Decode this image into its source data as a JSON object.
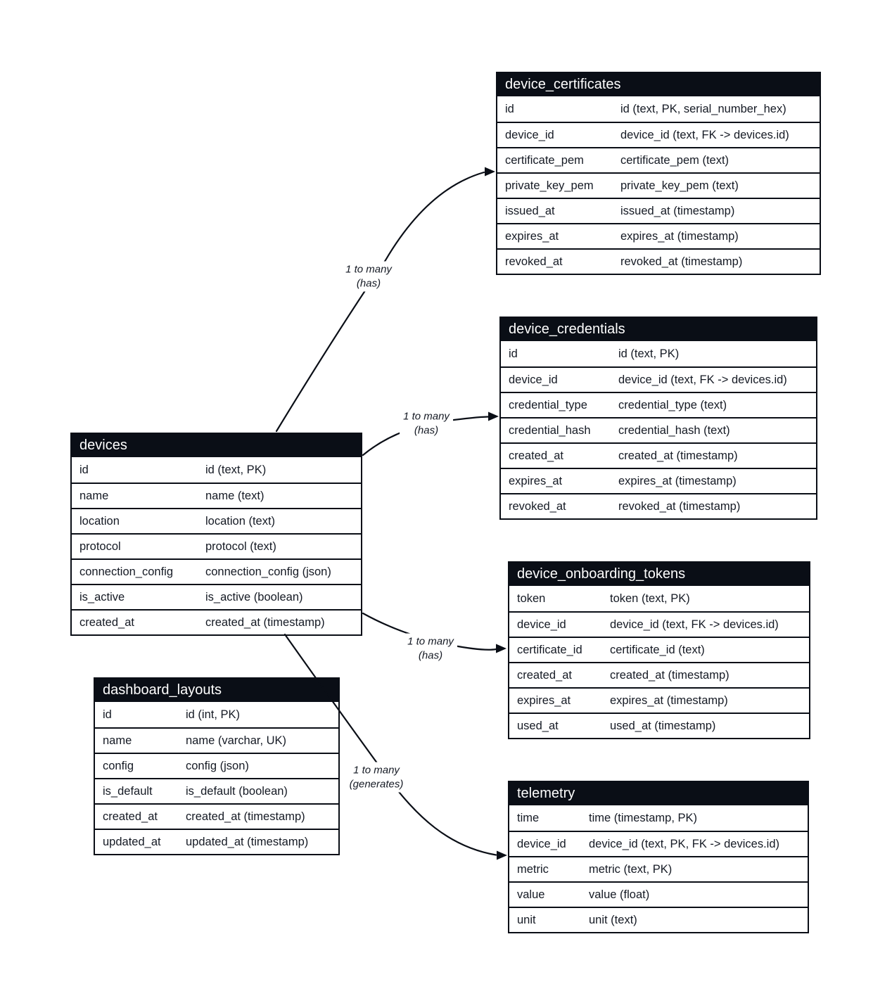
{
  "diagram": {
    "colors": {
      "table_header_bg": "#0a0e16",
      "table_header_text": "#ffffff",
      "row_text": "#151a24",
      "border": "#0a0e16",
      "canvas_bg": "#ffffff",
      "line": "#0a0e16"
    },
    "tables": [
      {
        "title": "device_certificates",
        "rows": [
          [
            "id",
            "id (text, PK, serial_number_hex)"
          ],
          [
            "device_id",
            "device_id (text, FK -> devices.id)"
          ],
          [
            "certificate_pem",
            "certificate_pem (text)"
          ],
          [
            "private_key_pem",
            "private_key_pem (text)"
          ],
          [
            "issued_at",
            "issued_at (timestamp)"
          ],
          [
            "expires_at",
            "expires_at (timestamp)"
          ],
          [
            "revoked_at",
            "revoked_at (timestamp)"
          ]
        ]
      },
      {
        "title": "device_credentials",
        "rows": [
          [
            "id",
            "id (text, PK)"
          ],
          [
            "device_id",
            "device_id (text, FK -> devices.id)"
          ],
          [
            "credential_type",
            "credential_type (text)"
          ],
          [
            "credential_hash",
            "credential_hash (text)"
          ],
          [
            "created_at",
            "created_at (timestamp)"
          ],
          [
            "expires_at",
            "expires_at (timestamp)"
          ],
          [
            "revoked_at",
            "revoked_at (timestamp)"
          ]
        ]
      },
      {
        "title": "devices",
        "rows": [
          [
            "id",
            "id (text, PK)"
          ],
          [
            "name",
            "name (text)"
          ],
          [
            "location",
            "location (text)"
          ],
          [
            "protocol",
            "protocol (text)"
          ],
          [
            "connection_config",
            "connection_config (json)"
          ],
          [
            "is_active",
            "is_active (boolean)"
          ],
          [
            "created_at",
            "created_at (timestamp)"
          ]
        ]
      },
      {
        "title": "device_onboarding_tokens",
        "rows": [
          [
            "token",
            "token (text, PK)"
          ],
          [
            "device_id",
            "device_id (text, FK -> devices.id)"
          ],
          [
            "certificate_id",
            "certificate_id (text)"
          ],
          [
            "created_at",
            "created_at (timestamp)"
          ],
          [
            "expires_at",
            "expires_at (timestamp)"
          ],
          [
            "used_at",
            "used_at (timestamp)"
          ]
        ]
      },
      {
        "title": "dashboard_layouts",
        "rows": [
          [
            "id",
            "id (int, PK)"
          ],
          [
            "name",
            "name (varchar, UK)"
          ],
          [
            "config",
            "config (json)"
          ],
          [
            "is_default",
            "is_default (boolean)"
          ],
          [
            "created_at",
            "created_at (timestamp)"
          ],
          [
            "updated_at",
            "updated_at (timestamp)"
          ]
        ]
      },
      {
        "title": "telemetry",
        "rows": [
          [
            "time",
            "time (timestamp, PK)"
          ],
          [
            "device_id",
            "device_id (text, PK, FK -> devices.id)"
          ],
          [
            "metric",
            "metric (text, PK)"
          ],
          [
            "value",
            "value (float)"
          ],
          [
            "unit",
            "unit (text)"
          ]
        ]
      }
    ],
    "relationships": [
      {
        "from": "devices",
        "to": "device_certificates",
        "label": "1 to many",
        "sublabel": "(has)"
      },
      {
        "from": "devices",
        "to": "device_credentials",
        "label": "1 to many",
        "sublabel": "(has)"
      },
      {
        "from": "devices",
        "to": "device_onboarding_tokens",
        "label": "1 to many",
        "sublabel": "(has)"
      },
      {
        "from": "devices",
        "to": "telemetry",
        "label": "1 to many",
        "sublabel": "(generates)"
      }
    ]
  }
}
